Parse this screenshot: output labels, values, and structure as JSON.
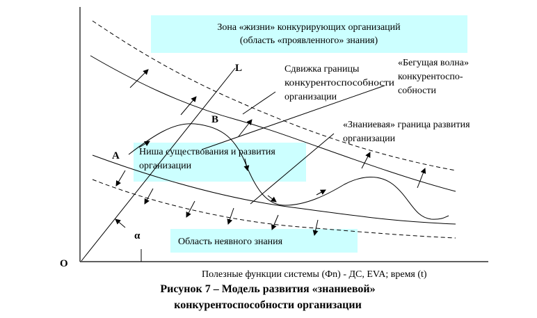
{
  "zones": {
    "life_zone_line1": "Зона «жизни» конкурирующих организаций",
    "life_zone_line2": "(область «проявленного» знания)",
    "niche_line1": "Ниша существования и развития",
    "niche_line2": "организации",
    "implicit": "Область неявного знания",
    "fill_color": "#ccffff"
  },
  "labels": {
    "shift_line1": "Сдвижка границы",
    "shift_line2": "конкурентоспособности",
    "shift_line3": "организации",
    "wave_line1": "«Бегущая волна»",
    "wave_line2": "конкурентоспо-",
    "wave_line3": "собности",
    "boundary_line1": "«Знаниевая» граница развития",
    "boundary_line2": "организации",
    "point_L": "L",
    "point_A": "A",
    "point_B": "B",
    "alpha": "α",
    "origin": "O"
  },
  "axis": {
    "x_label": "Полезные функции системы (Фn) - ДС, EVA; время (t)"
  },
  "caption": {
    "line1": "Рисунок 7 – Модель развития «знаниевой»",
    "line2": "конкурентоспособности организации"
  }
}
